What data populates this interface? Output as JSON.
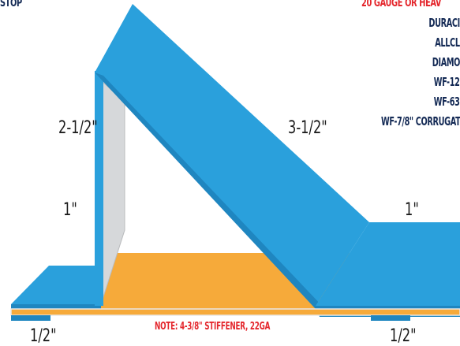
{
  "title_left": "STOP",
  "gauge_heading": "20 GAUGE OR HEAV",
  "materials": [
    "DURACI",
    "ALLCL",
    "DIAMO",
    "WF-12",
    "WF-63",
    "WF-7/8\" CORRUGAT"
  ],
  "dimensions": {
    "left_vertical": "2-1/2\"",
    "slope": "3-1/2\"",
    "left_flange": "1\"",
    "right_flange": "1\"",
    "bottom_left_hem": "1/2\"",
    "bottom_right_hem": "1/2\""
  },
  "note": "NOTE: 4-3/8\" STIFFENER, 22GA",
  "colors": {
    "metal_top": "#2aa0dc",
    "metal_side": "#1f86c0",
    "inner_wall": "#d6d8da",
    "base_fill": "#f6aa3a",
    "red": "#e4262c",
    "navy": "#142a55"
  }
}
